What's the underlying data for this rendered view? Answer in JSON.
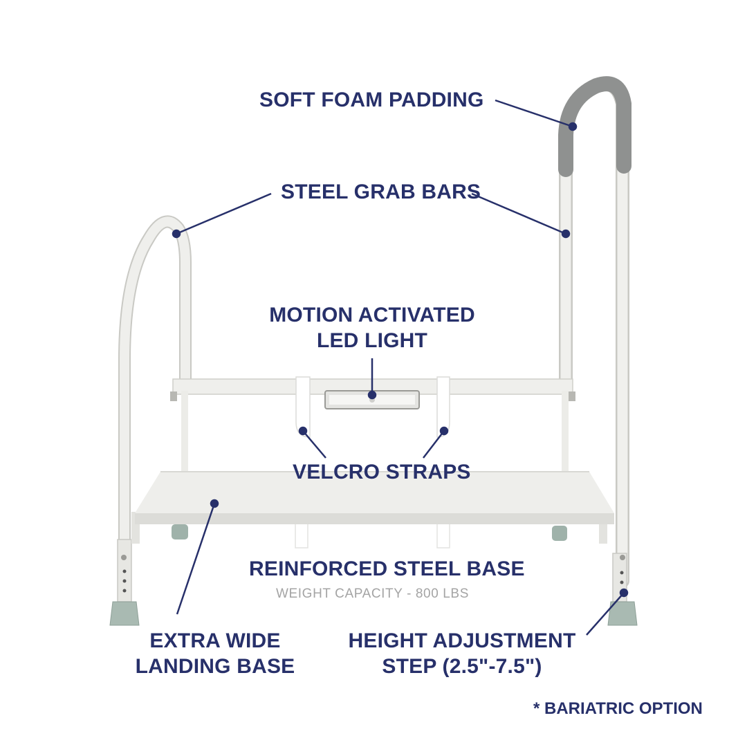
{
  "labels": {
    "soft_foam_padding": "SOFT FOAM PADDING",
    "steel_grab_bars": "STEEL GRAB BARS",
    "motion_line1": "MOTION ACTIVATED",
    "motion_line2": "LED LIGHT",
    "velcro_straps": "VELCRO STRAPS",
    "reinforced_base": "REINFORCED STEEL BASE",
    "weight_capacity": "WEIGHT CAPACITY - 800 LBS",
    "extra_wide_line1": "EXTRA WIDE",
    "extra_wide_line2": "LANDING BASE",
    "height_line1": "HEIGHT ADJUSTMENT",
    "height_line2": "STEP (2.5\"-7.5\")",
    "bariatric": "* BARIATRIC OPTION"
  },
  "colors": {
    "label": "#27306a",
    "sublabel": "#a4a4a4",
    "frame": "#ededea",
    "frame_shadow": "#c9c9c4",
    "foam": "#8f9190",
    "feet": "#a9bab2",
    "background": "#ffffff"
  }
}
